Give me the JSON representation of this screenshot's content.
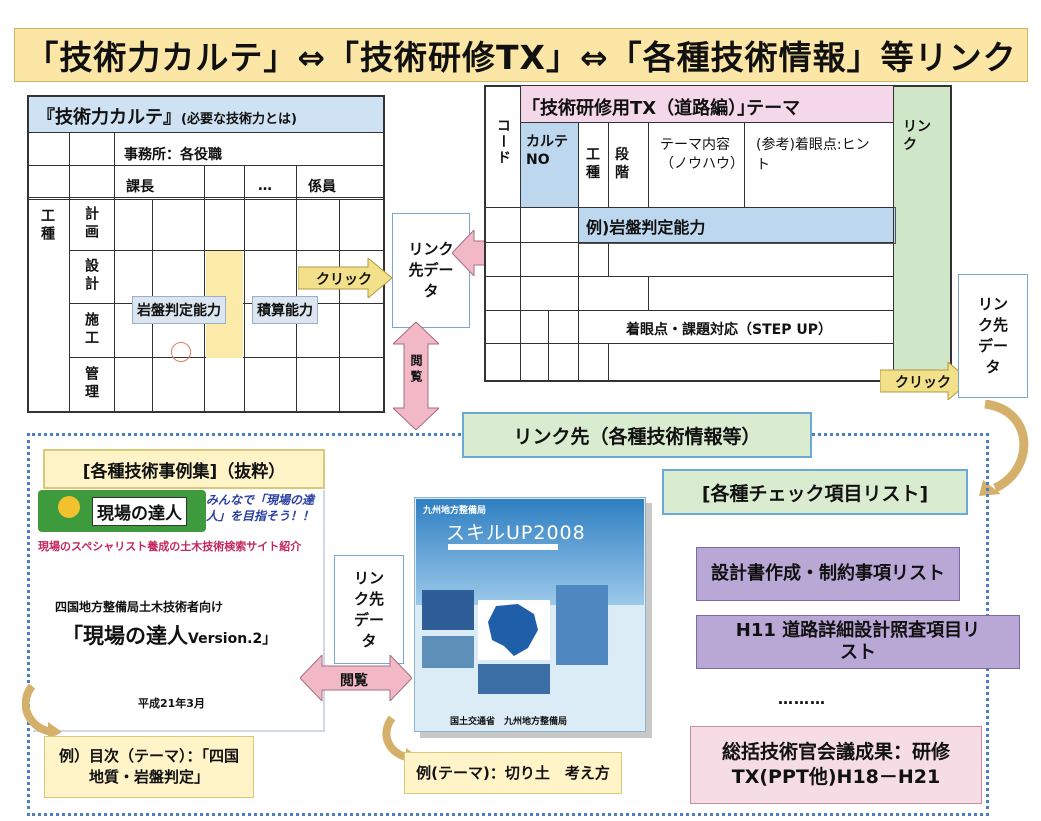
{
  "banner": "「技術力カルテ」⇔「技術研修TX」⇔「各種技術情報」等リンク",
  "karte": {
    "title": "『技術力カルテ』",
    "subtitle": "(必要な技術力とは)",
    "office": "事務所：各役職",
    "col1": "課長",
    "col2": "…",
    "col3": "係員",
    "row_group": "工種",
    "rows": [
      "計画",
      "設計",
      "施工",
      "管理"
    ],
    "chip1": "岩盤判定能力",
    "chip2": "積算能力"
  },
  "tx": {
    "title": "｢技術研修用TX（道路編）｣テーマ",
    "col_code": "コード",
    "col_karte": "カルテNO",
    "col_kosyu": "工種",
    "col_dankai": "段階",
    "col_theme": "テーマ内容（ノウハウ）",
    "col_hint": "(参考)着眼点:ヒント",
    "col_link": "リンク",
    "example": "例)岩盤判定能力",
    "step_up": "着眼点・課題対応（STEP UP）"
  },
  "links": {
    "link_data": "リンク先データ",
    "click": "クリック",
    "browse": "閲覧",
    "browse_v": "閲覧"
  },
  "lower": {
    "header": "リンク先（各種技術情報等）",
    "cases_title": "[各種技術事例集]（抜粋）",
    "genba_logo": "現場の達人",
    "genba_slogan": "みんなで「現場の達人」を目指そう！！",
    "genba_desc": "現場のスペシャリスト養成の土木技術検索サイト紹介",
    "genba_org": "四国地方整備局土木技術者向け",
    "genba_title": "「現場の達人",
    "genba_version": "Version.2」",
    "genba_date": "平成21年3月",
    "skill_org": "九州地方整備局",
    "skill_title": "スキルUP2008",
    "skill_footer": "国土交通省　九州地方整備局",
    "note1": "例）目次（テーマ）：「四国地質・岩盤判定」",
    "note2": "例(テーマ)：切り土　考え方",
    "check_title": "[各種チェック項目リスト]",
    "item1": "設計書作成・制約事項リスト",
    "item2": "H11 道路詳細設計照査項目リスト",
    "dots": "………",
    "item3": "総括技術官会議成果：研修TX(PPT他)H18－H21"
  },
  "colors": {
    "banner_bg": "#fbe6a6",
    "table_title_bg": "#cfe2f3",
    "tx_title_bg": "#f4d7e8",
    "link_col_bg": "#cfe6c9",
    "arrow_click": "#f3e08a",
    "arrow_browse": "#f2b8c6",
    "list_item_bg": "#b9a8d6",
    "dotted_frame": "#4a7fc1"
  }
}
